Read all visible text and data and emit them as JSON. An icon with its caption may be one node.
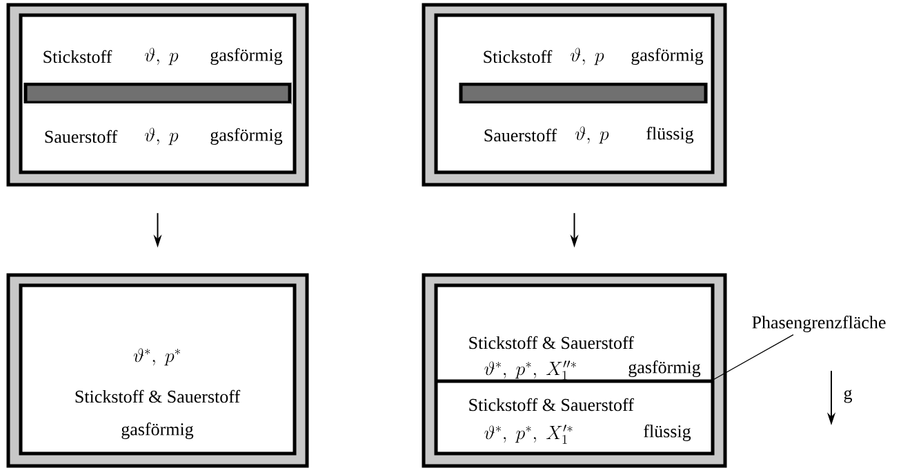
{
  "diagram": {
    "nodes": [
      {
        "text": [],
        "shape": "box"
      },
      {
        "text": [
          "Stickstoff",
          "\\vartheta,\\; p",
          "gasförmig"
        ],
        "in": 0
      },
      {
        "text": [
          "Sauerstoff",
          "\\vartheta,\\; p",
          "gasförmig"
        ],
        "in": 0
      },
      {
        "text": [],
        "shape": "box"
      },
      {
        "text": [
          "Stickstoff",
          "\\vartheta,\\; p",
          "gasförmig"
        ],
        "in": 3
      },
      {
        "text": [
          "Sauerstoff",
          "\\vartheta,\\; p",
          "flüssig"
        ],
        "in": 3
      },
      {
        "text": [
          "\\vartheta^*,\\; p^*",
          "Stickstoff & Sauerstoff",
          "gasförmig"
        ]
      },
      {
        "text": [],
        "shape": "box"
      },
      {
        "text": [
          "Stickstoff & Sauerstoff",
          "\\vartheta^*,\\; p^*,\\; X_1^{\\prime\\prime *}",
          "gasförmig"
        ],
        "in": 7
      },
      {
        "text": [
          "Stickstoff & Sauerstoff",
          "\\vartheta^*,\\; p^*,\\; X_1^{\\prime *}",
          "flüssig"
        ],
        "in": 7
      },
      {
        "text": [
          "Phasengrenzfläche"
        ]
      }
    ],
    "edges": [
      {
        "from": 0,
        "to": 6,
        "arrow": "to"
      },
      {
        "from": 3,
        "to": 7,
        "arrow": "to"
      },
      {
        "from": 10,
        "to": 8,
        "arrow": "none"
      }
    ],
    "labels": [
      "g"
    ]
  }
}
